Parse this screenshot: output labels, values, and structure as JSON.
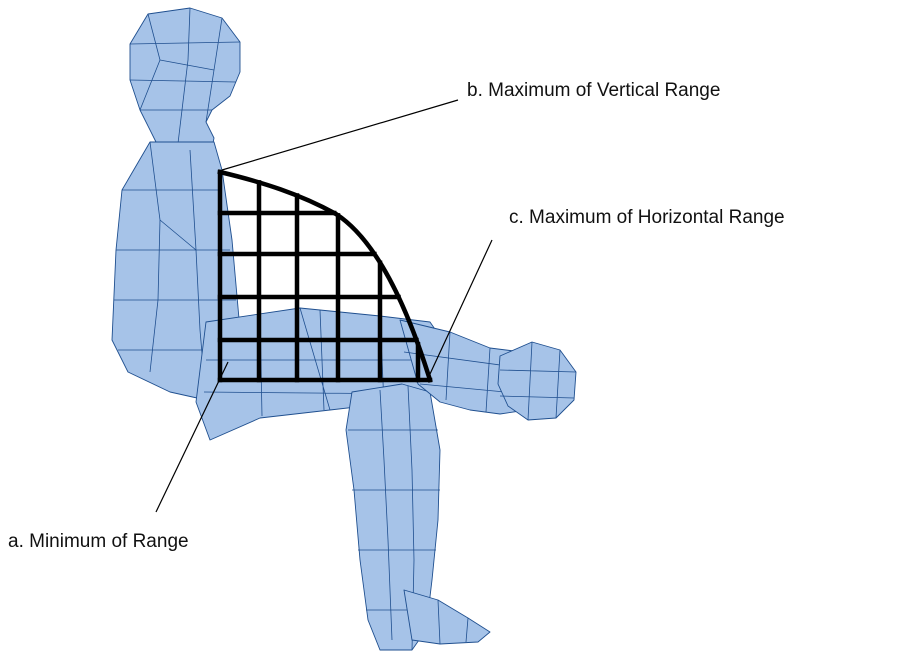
{
  "colors": {
    "figure_fill": "#a6c3e8",
    "mesh_line": "#1f4f8f",
    "grid_line": "#000000",
    "background": "#ffffff"
  },
  "labels": {
    "a": "a.  Minimum of Range",
    "b": "b.  Maximum of Vertical Range",
    "c": "c.  Maximum of Horizontal Range"
  },
  "figure": {
    "description_icon": "seated-human-mesh-figure"
  }
}
